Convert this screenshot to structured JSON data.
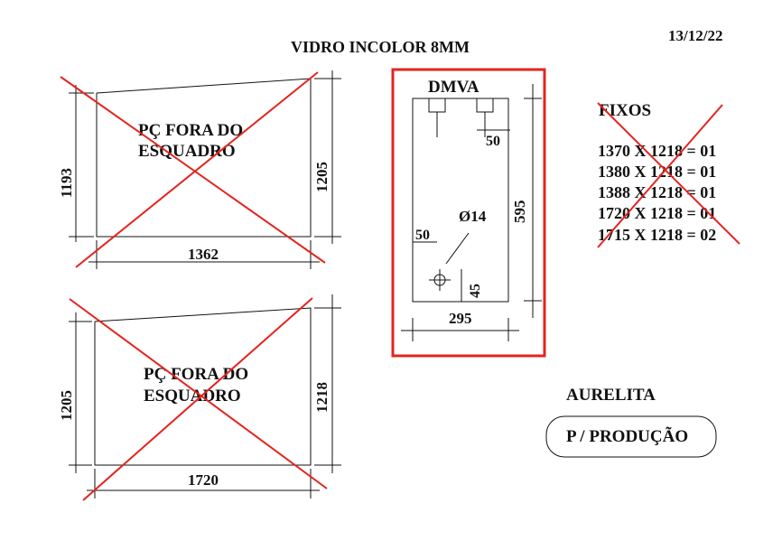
{
  "header": {
    "title": "VIDRO INCOLOR 8MM",
    "date": "13/12/22"
  },
  "pieces": [
    {
      "note_line1": "PÇ FORA DO",
      "note_line2": "ESQUADRO",
      "left_height": "1193",
      "right_height": "1205",
      "width": "1362"
    },
    {
      "note_line1": "PÇ FORA DO",
      "note_line2": "ESQUADRO",
      "left_height": "1205",
      "right_height": "1218",
      "width": "1720"
    }
  ],
  "detail": {
    "label": "DMVA",
    "notch_offset": "50",
    "hole_diameter": "Ø14",
    "hole_side_offset": "50",
    "hole_bottom_offset": "45",
    "height": "595",
    "width": "295"
  },
  "fixos": {
    "title": "FIXOS",
    "items": [
      "1370 X 1218 = 01",
      "1380 X 1218 = 01",
      "1388 X 1218 = 01",
      "1720 X 1218 = 01",
      "1715 X 1218 = 02"
    ]
  },
  "client": "AURELITA",
  "status": "P / PRODUÇÃO",
  "colors": {
    "strike": "#e3241f",
    "ink": "#111111",
    "background": "#ffffff"
  }
}
